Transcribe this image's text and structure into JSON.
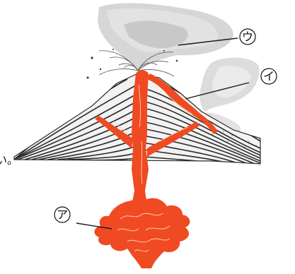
{
  "labels": {
    "magma_chamber": "ア",
    "lava_flow": "イ",
    "volcanic_gas": "ウ"
  },
  "edge_text": "い。",
  "colors": {
    "magma": "#f04a22",
    "magma_highlight": "#ffd2b8",
    "strata_line": "#2a2a2a",
    "strata_fill": "#f2f2f2",
    "smoke": "#c8c8c8",
    "label_line": "#1a1a1a"
  }
}
